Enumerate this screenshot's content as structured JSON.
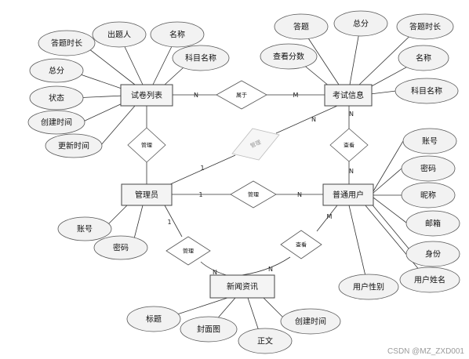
{
  "entities": {
    "paper": "试卷列表",
    "exam": "考试信息",
    "admin": "管理员",
    "user": "普通用户",
    "news": "新闻资讯"
  },
  "relationships": {
    "paper_exam": "属于",
    "admin_paper": "管理",
    "admin_exam": "管理",
    "admin_user": "管理",
    "admin_news": "管理",
    "user_exam": "查看",
    "user_news": "查看"
  },
  "attributes": {
    "paper": [
      "答题时长",
      "出题人",
      "名称",
      "总分",
      "科目名称",
      "状态",
      "创建时间",
      "更新时间"
    ],
    "exam": [
      "答题",
      "总分",
      "答题时长",
      "查看分数",
      "名称",
      "科目名称"
    ],
    "admin": [
      "账号",
      "密码"
    ],
    "user": [
      "账号",
      "密码",
      "昵称",
      "邮箱",
      "身份",
      "用户姓名",
      "用户性别"
    ],
    "news": [
      "标题",
      "封面图",
      "正文",
      "创建时间"
    ]
  },
  "cardinality": {
    "paper_exam_left": "N",
    "paper_exam_right": "M",
    "admin_exam_left": "1",
    "admin_exam_right": "N",
    "admin_user_left": "1",
    "admin_user_right": "N",
    "user_exam_top": "N",
    "user_exam_bottom": "N",
    "admin_news_top": "1",
    "admin_news_bottom": "N",
    "user_news_top": "M",
    "user_news_bottom": "N"
  },
  "watermark": "CSDN @MZ_ZXD001"
}
